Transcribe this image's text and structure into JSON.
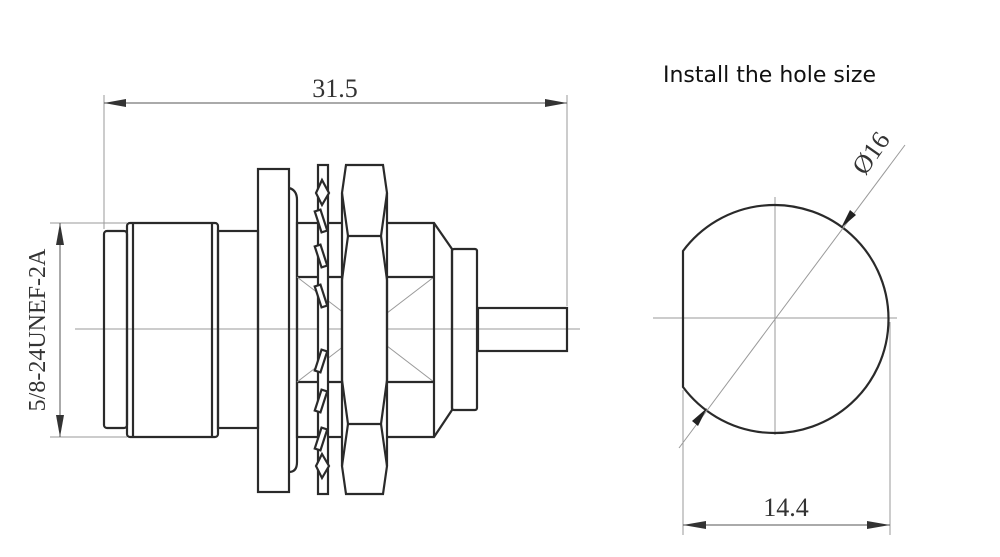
{
  "title": "Install the hole size",
  "connector_view": {
    "length_dim": "31.5",
    "thread_dim": "5/8-24UNEF-2A"
  },
  "hole_view": {
    "diameter_dim": "Ø16",
    "flat_width_dim": "14.4"
  }
}
